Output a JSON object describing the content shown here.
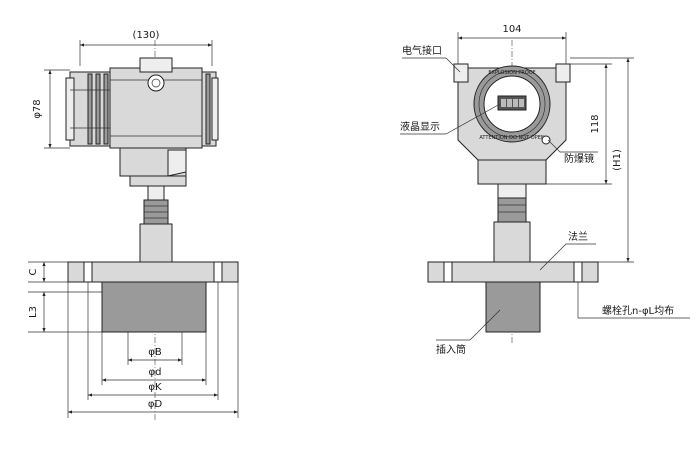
{
  "dimensions": {
    "housing_length": "(130)",
    "housing_diameter": "φ78",
    "housing_width": "104",
    "housing_height": "118",
    "total_height": "(H1)",
    "flange_c": "C",
    "insert_l3": "L3",
    "phi_b": "φB",
    "phi_d_small": "φd",
    "phi_k": "φK",
    "phi_d_large": "φD"
  },
  "labels": {
    "cable_entry": "电气接口",
    "lcd_display": "液晶显示",
    "explosion_proof_lens": "防爆镜",
    "flange": "法兰",
    "bolt_holes": "螺栓孔n-φL均布",
    "insert_tube": "插入筒"
  },
  "housing_plate": {
    "ring_text_top": "EXPLOSION PROOF",
    "ring_text_bottom": "ATTENTION DO NOT OPEN"
  }
}
